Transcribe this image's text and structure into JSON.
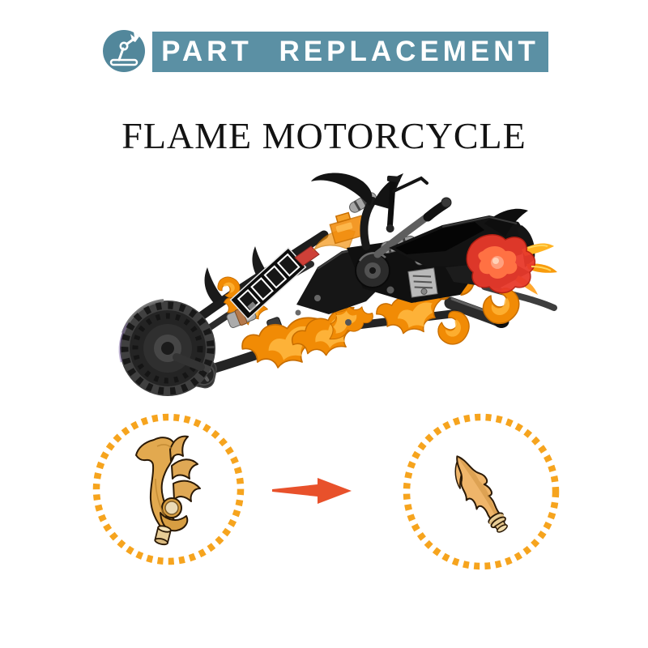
{
  "page": {
    "background": "#FFFFFF"
  },
  "header": {
    "badge": {
      "icon": "robot-arm-icon",
      "bg_color": "#52879B",
      "fg_color": "#FFFFFF"
    },
    "banner": {
      "label": "PART REPLACEMENT",
      "bg_color": "#5B90A4",
      "text_color": "#FFFFFF"
    }
  },
  "title": {
    "text": "FLAME MOTORCYCLE",
    "color": "#131313"
  },
  "product": {
    "image_name": "flame-motorcycle-lego-model",
    "palette": {
      "body_black": "#151515",
      "tire_gray": "#404040",
      "chrome_silver": "#9E9E9E",
      "flame_orange": "#F18B05",
      "flame_orange_light": "#FFB942",
      "rear_flame_red": "#E8392B",
      "flame_tip_yellow": "#FFB321"
    }
  },
  "replacement": {
    "before_part_icon": "ornate-gold-flame-part",
    "after_part_icon": "gold-wave-flame-part",
    "part_gold": "#DFA855",
    "dotted_circle_color": "#F6A41E",
    "arrow_icon": "right-arrow-icon",
    "arrow_color": "#E8512B"
  }
}
